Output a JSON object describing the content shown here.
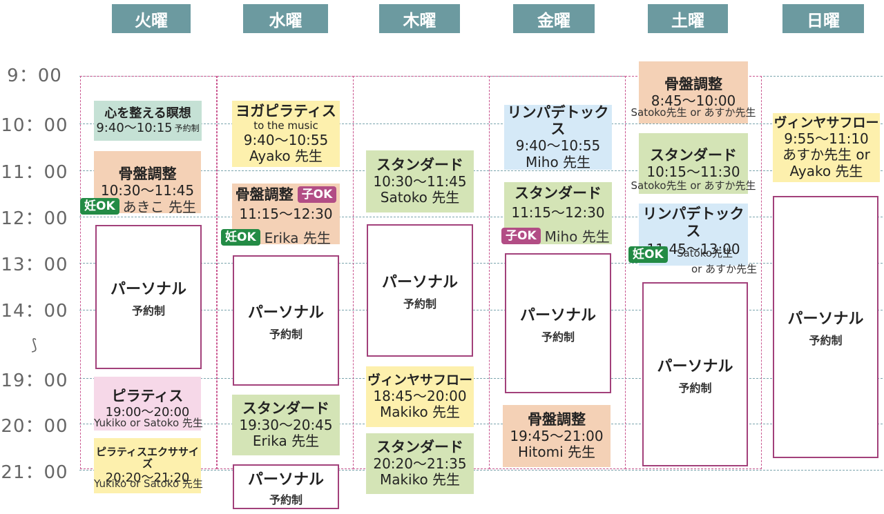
{
  "days": [
    "火曜",
    "水曜",
    "木曜",
    "金曜",
    "土曜",
    "日曜"
  ],
  "times": [
    "9：00",
    "10：00",
    "11：00",
    "12：00",
    "13：00",
    "14：00",
    "⟆",
    "19：00",
    "20：00",
    "21：00"
  ],
  "tue": {
    "b1": {
      "title": "心を整える瞑想",
      "time": "9:40〜10:15",
      "note": "予約制"
    },
    "b2": {
      "title": "骨盤調整",
      "time": "10:30〜11:45",
      "badge": "妊OK",
      "teacher": "あきこ 先生"
    },
    "personal": {
      "name": "パーソナル",
      "sub": "予約制"
    },
    "b3": {
      "title": "ピラティス",
      "time": "19:00〜20:00",
      "teacher": "Yukiko or Satoko 先生"
    },
    "b4": {
      "title": "ピラティスエクササイズ",
      "time": "20:20〜21:20",
      "teacher": "Yukiko or Satoko 先生"
    }
  },
  "wed": {
    "b1": {
      "title": "ヨガピラティス",
      "sub": "to the music",
      "time": "9:40〜10:55",
      "teacher": "Ayako 先生"
    },
    "b2": {
      "title": "骨盤調整",
      "badge1": "子OK",
      "time": "11:15〜12:30",
      "badge2": "妊OK",
      "teacher": "Erika 先生"
    },
    "personal1": {
      "name": "パーソナル",
      "sub": "予約制"
    },
    "b3": {
      "title": "スタンダード",
      "time": "19:30〜20:45",
      "teacher": "Erika 先生"
    },
    "personal2": {
      "name": "パーソナル",
      "sub": "予約制"
    }
  },
  "thu": {
    "b1": {
      "title": "スタンダード",
      "time": "10:30〜11:45",
      "teacher": "Satoko 先生"
    },
    "personal": {
      "name": "パーソナル",
      "sub": "予約制"
    },
    "b2": {
      "title": "ヴィンヤサフロー",
      "time": "18:45〜20:00",
      "teacher": "Makiko 先生"
    },
    "b3": {
      "title": "スタンダード",
      "time": "20:20〜21:35",
      "teacher": "Makiko 先生"
    }
  },
  "fri": {
    "b1": {
      "title": "リンパデトックス",
      "time": "9:40〜10:55",
      "teacher": "Miho 先生"
    },
    "b2": {
      "title": "スタンダード",
      "time": "11:15〜12:30",
      "badge": "子OK",
      "teacher": "Miho 先生"
    },
    "personal": {
      "name": "パーソナル",
      "sub": "予約制"
    },
    "b3": {
      "title": "骨盤調整",
      "time": "19:45〜21:00",
      "teacher": "Hitomi 先生"
    }
  },
  "sat": {
    "b1": {
      "title": "骨盤調整",
      "time": "8:45〜10:00",
      "teacher": "Satoko先生 or あすか先生"
    },
    "b2": {
      "title": "スタンダード",
      "time": "10:15〜11:30",
      "teacher": "Satoko先生 or あすか先生"
    },
    "b3": {
      "title": "リンパデトックス",
      "time": "11:45〜13:00",
      "badge": "妊OK",
      "teacher1": "Satoko先生",
      "teacher2": "or あすか先生"
    },
    "personal": {
      "name": "パーソナル",
      "sub": "予約制"
    }
  },
  "sun": {
    "b1": {
      "title": "ヴィンヤサフロー",
      "time": "9:55〜11:10",
      "teacher1": "あすか先生 or",
      "teacher2": "Ayako 先生"
    },
    "personal": {
      "name": "パーソナル",
      "sub": "予約制"
    }
  }
}
